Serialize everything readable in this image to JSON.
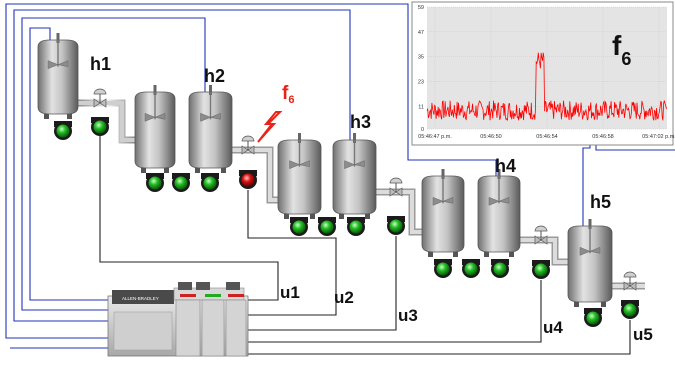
{
  "tanks": [
    {
      "label": "h1"
    },
    {
      "label": "h2"
    },
    {
      "label": "h3"
    },
    {
      "label": "h4"
    },
    {
      "label": "h5"
    }
  ],
  "outputs": [
    "u1",
    "u2",
    "u3",
    "u4",
    "u5"
  ],
  "fault": {
    "main": "f",
    "sub": "6",
    "color": "#e8231a"
  },
  "plc": {
    "brand": "ALLEN-BRADLEY"
  },
  "colors": {
    "signal_blue": "#2233bb",
    "wire": "#222222",
    "indicator_ok": "#22bb22",
    "indicator_fault": "#dd1111",
    "trend_line": "#ff0000",
    "trend_bg": "#e4e4e4"
  },
  "chart_data": {
    "type": "line",
    "title": "f6",
    "title_main": "f",
    "title_sub": "6",
    "y_ticks": [
      "59",
      "47",
      "35",
      "23",
      "11",
      "0"
    ],
    "x_ticks": [
      "05:46:47 p.m.",
      "05:46:50",
      "05:46:54",
      "05:46:58",
      "05:47:02 p.m."
    ],
    "ylim": [
      0,
      59
    ],
    "grid": true,
    "series": [
      {
        "color": "#ff0000",
        "segments": [
          {
            "x_start": 0.0,
            "x_end": 0.455,
            "level": 9,
            "noise": 3
          },
          {
            "x_start": 0.455,
            "x_end": 0.49,
            "level": 33,
            "noise": 3
          },
          {
            "x_start": 0.49,
            "x_end": 1.0,
            "level": 9,
            "noise": 3
          }
        ]
      }
    ]
  }
}
